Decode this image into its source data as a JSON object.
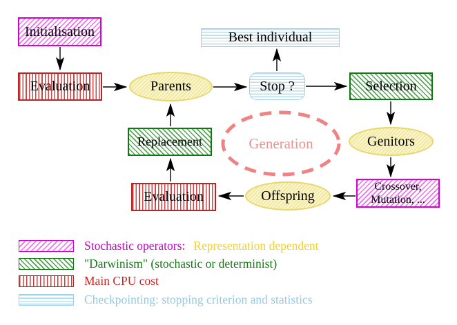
{
  "diagram": {
    "nodes": {
      "initialisation": "Initialisation",
      "evaluation_top": "Evaluation",
      "parents": "Parents",
      "best_individual": "Best individual",
      "stop": "Stop ?",
      "selection": "Selection",
      "replacement": "Replacement",
      "generation": "Generation",
      "genitors": "Genitors",
      "offspring": "Offspring",
      "evaluation_bottom": "Evaluation",
      "crossover_mutation_line1": "Crossover,",
      "crossover_mutation_line2": "Mutation, ..."
    },
    "colors": {
      "stochastic_magenta": "#d400d4",
      "darwinism_green": "#0c7a0c",
      "cpu_cost_red": "#b92424",
      "checkpointing_cyan": "#a2d0e3",
      "operator_yellow": "#e7d76f",
      "generation_salmon": "#ee8383",
      "arrow_black": "#000000"
    }
  },
  "legend": {
    "rows": [
      {
        "label": "Stochastic operators:",
        "label_secondary": "Representation dependent"
      },
      {
        "label": "\"Darwinism\" (stochastic or determinist)",
        "label_secondary": ""
      },
      {
        "label": "Main CPU cost",
        "label_secondary": ""
      },
      {
        "label": "Checkpointing: stopping criterion and statistics",
        "label_secondary": ""
      }
    ]
  }
}
